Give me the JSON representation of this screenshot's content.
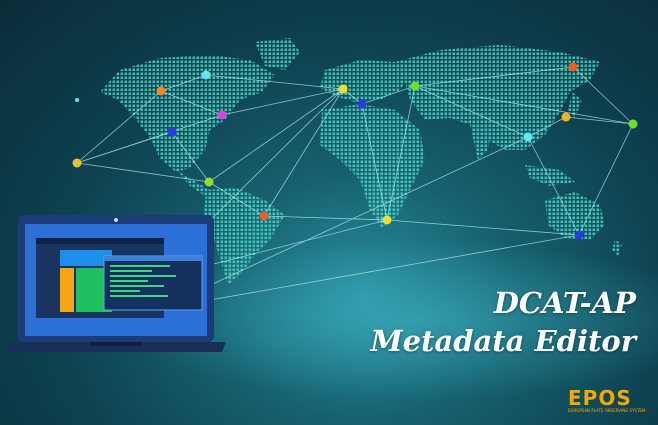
{
  "title": {
    "line1": "DCAT-AP",
    "line2": "Metadata Editor"
  },
  "logo": {
    "text": "EPOS",
    "subtitle": "EUROPEAN PLATE OBSERVING SYSTEM"
  },
  "colors": {
    "background": "#0e4150",
    "map_dots": "#4fd3c4",
    "network_lines": "#b9ecf0",
    "laptop_frame": "#1a3e7a",
    "logo": "#f2a900"
  },
  "icons": [
    "world-map",
    "laptop-icon",
    "network-node-icon",
    "epos-logo"
  ]
}
